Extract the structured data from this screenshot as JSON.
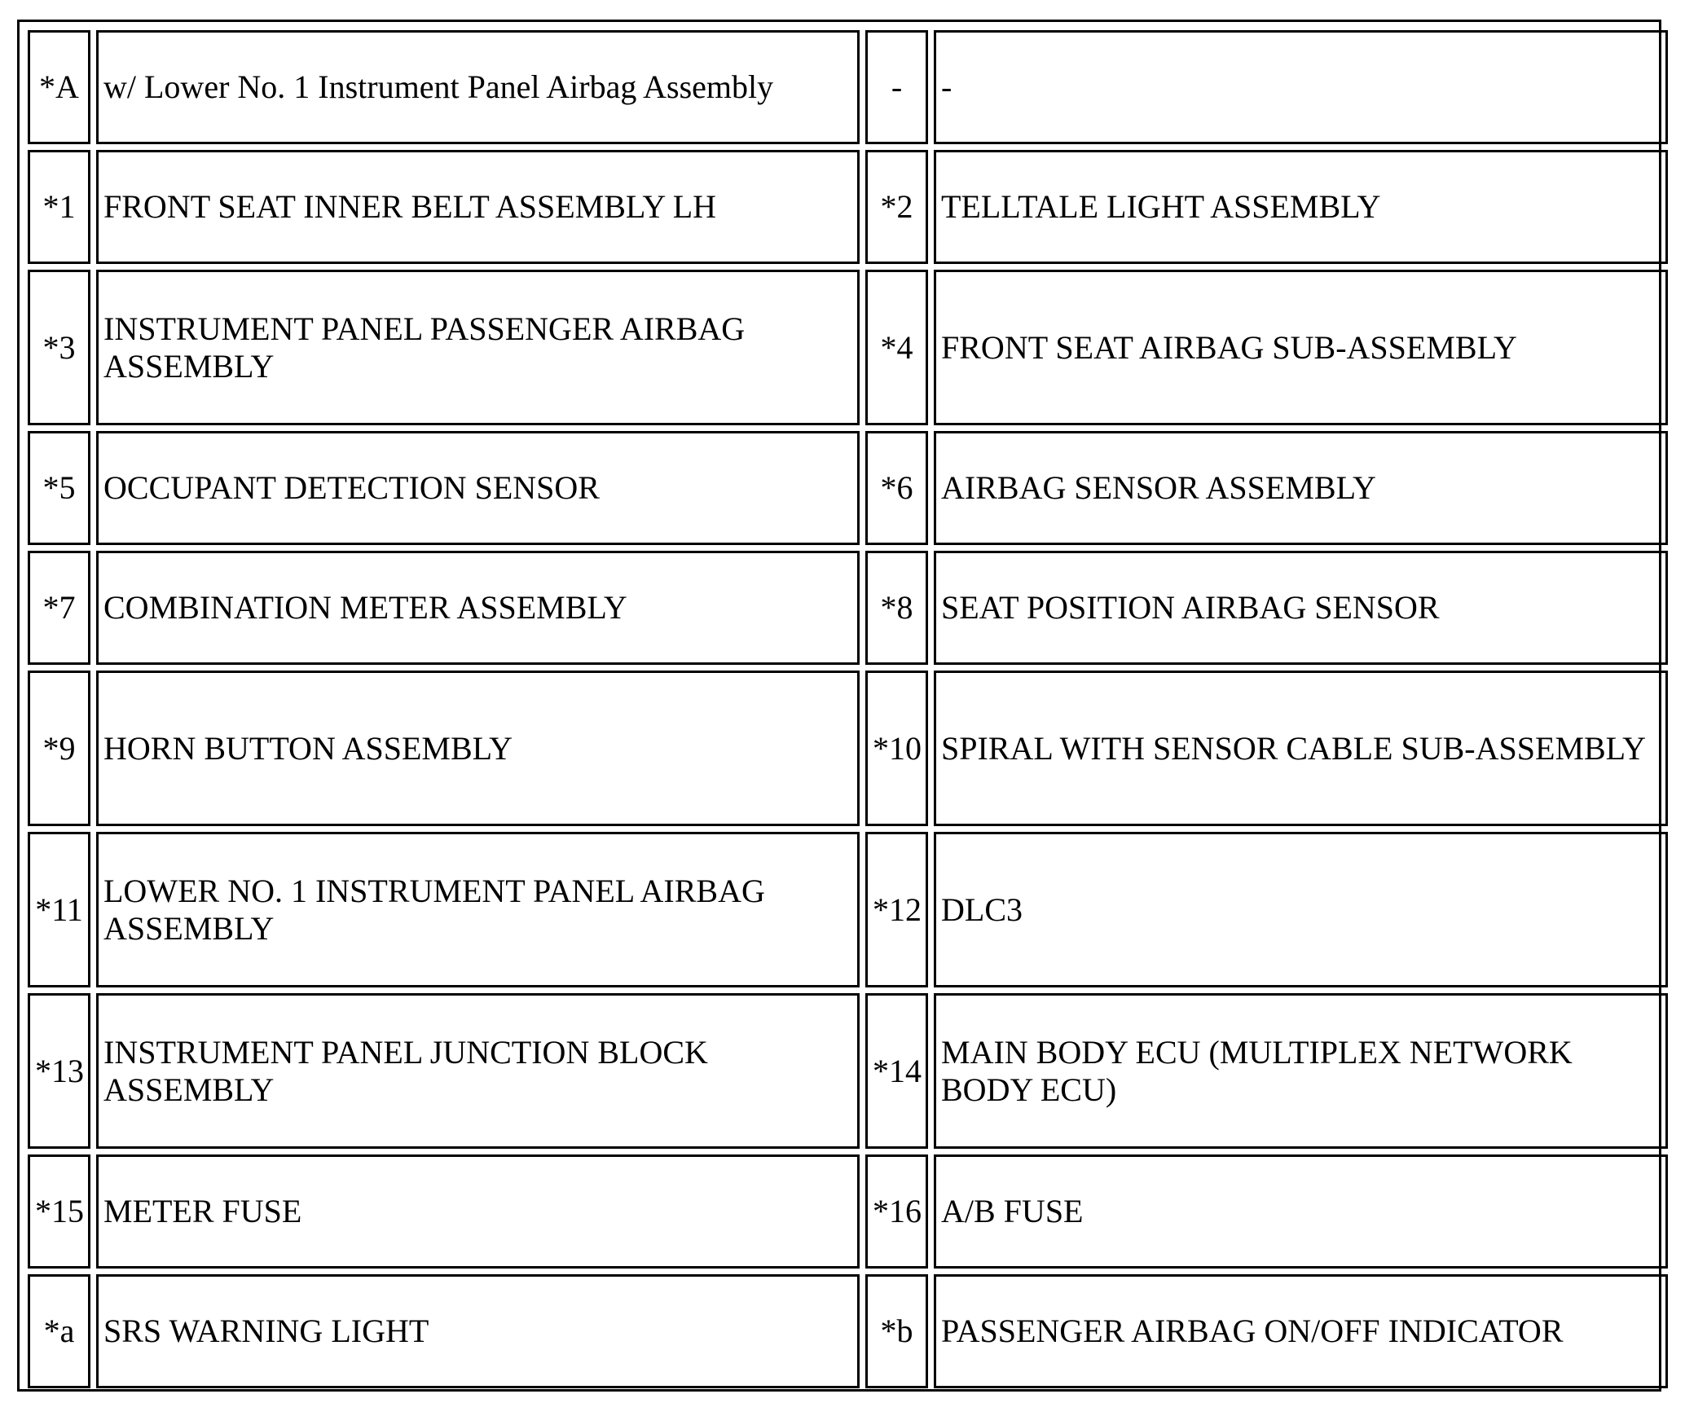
{
  "legend": {
    "rows": [
      {
        "left_code": "*A",
        "left_text": "w/ Lower No. 1 Instrument Panel Airbag Assembly",
        "right_code": "-",
        "right_text": "-"
      },
      {
        "left_code": "*1",
        "left_text": "FRONT SEAT INNER BELT ASSEMBLY LH",
        "right_code": "*2",
        "right_text": "TELLTALE LIGHT ASSEMBLY"
      },
      {
        "left_code": "*3",
        "left_text": "INSTRUMENT PANEL PASSENGER AIRBAG ASSEMBLY",
        "right_code": "*4",
        "right_text": "FRONT SEAT AIRBAG SUB-ASSEMBLY"
      },
      {
        "left_code": "*5",
        "left_text": "OCCUPANT DETECTION SENSOR",
        "right_code": "*6",
        "right_text": "AIRBAG SENSOR ASSEMBLY"
      },
      {
        "left_code": "*7",
        "left_text": "COMBINATION METER ASSEMBLY",
        "right_code": "*8",
        "right_text": "SEAT POSITION AIRBAG SENSOR"
      },
      {
        "left_code": "*9",
        "left_text": "HORN BUTTON ASSEMBLY",
        "right_code": "*10",
        "right_text": "SPIRAL WITH SENSOR CABLE SUB-ASSEMBLY"
      },
      {
        "left_code": "*11",
        "left_text": "LOWER NO. 1 INSTRUMENT PANEL AIRBAG ASSEMBLY",
        "right_code": "*12",
        "right_text": "DLC3"
      },
      {
        "left_code": "*13",
        "left_text": "INSTRUMENT PANEL JUNCTION BLOCK ASSEMBLY",
        "right_code": "*14",
        "right_text": "MAIN BODY ECU (MULTIPLEX NETWORK BODY ECU)"
      },
      {
        "left_code": "*15",
        "left_text": "METER FUSE",
        "right_code": "*16",
        "right_text": "A/B FUSE"
      },
      {
        "left_code": "*a",
        "left_text": "SRS WARNING LIGHT",
        "right_code": "*b",
        "right_text": "PASSENGER AIRBAG ON/OFF INDICATOR"
      }
    ]
  }
}
